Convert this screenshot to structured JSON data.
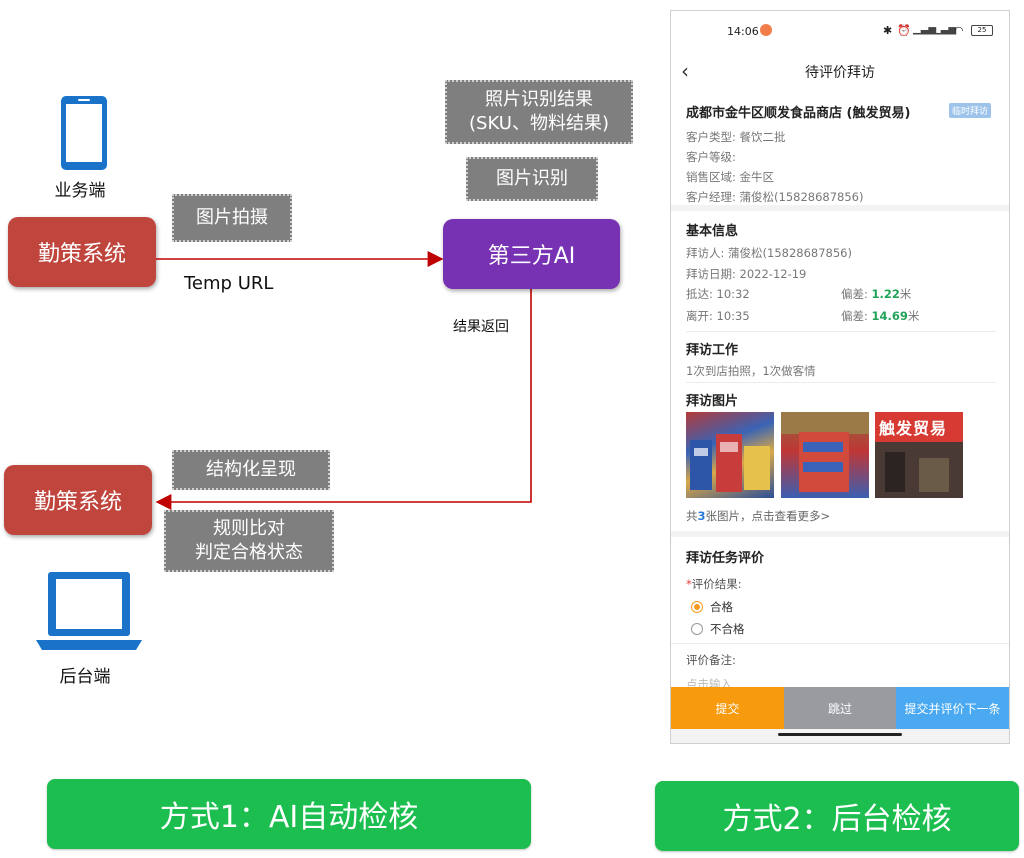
{
  "diagram": {
    "mobile_label": "业务端",
    "backend_label": "后台端",
    "system_top": "勤策系统",
    "system_bottom": "勤策系统",
    "third_party": "第三方AI",
    "photo_capture": "图片拍摄",
    "temp_url": "Temp URL",
    "recognition_result_line1": "照片识别结果",
    "recognition_result_line2": "(SKU、物料结果)",
    "image_recognition": "图片识别",
    "result_return": "结果返回",
    "structured_display": "结构化呈现",
    "rule_compare_line1": "规则比对",
    "rule_compare_line2": "判定合格状态",
    "method1": "方式1：AI自动检核",
    "method2": "方式2：后台检核",
    "colors": {
      "red_box": "#c0453d",
      "purple_box": "#7731b3",
      "gray_box": "#7f7f7f",
      "green_button": "#1cbf4f",
      "arrow": "#c00000",
      "device_icon": "#1a73c8"
    }
  },
  "phone": {
    "status": {
      "time": "14:06",
      "battery": "25"
    },
    "nav": {
      "title": "待评价拜访"
    },
    "store": {
      "name": "成都市金牛区顺发食品商店 (触发贸易)",
      "badge": "临时拜访",
      "customer_type": "客户类型: 餐饮二批",
      "customer_level": "客户等级:",
      "sales_region": "销售区域: 金牛区",
      "customer_manager": "客户经理: 蒲俊松(15828687856)"
    },
    "basic": {
      "title": "基本信息",
      "visitor": "拜访人: 蒲俊松(15828687856)",
      "visit_date": "拜访日期: 2022-12-19",
      "arrive": "抵达: 10:32",
      "arrive_dev_label": "偏差: ",
      "arrive_dev_value": "1.22",
      "leave": "离开: 10:35",
      "leave_dev_label": "偏差: ",
      "leave_dev_value": "14.69",
      "unit": "米"
    },
    "work": {
      "title": "拜访工作",
      "desc": "1次到店拍照，1次做客情"
    },
    "photos": {
      "title": "拜访图片",
      "sign_text": "触发贸易",
      "count_prefix": "共",
      "count": "3",
      "count_suffix": "张图片，点击查看更多>"
    },
    "evaluation": {
      "title": "拜访任务评价",
      "required_mark": "*",
      "result_label": "评价结果:",
      "option_pass": "合格",
      "option_fail": "不合格",
      "remark_label": "评价备注:",
      "remark_placeholder": "点击输入"
    },
    "buttons": {
      "submit": "提交",
      "skip": "跳过",
      "submit_next": "提交并评价下一条"
    },
    "colors": {
      "submit": "#f79a0e",
      "skip": "#999ba1",
      "submit_next": "#4aa9f1",
      "badge": "#9dc3ea",
      "radio_selected": "#f59a23",
      "deviation": "#22a35a"
    }
  }
}
